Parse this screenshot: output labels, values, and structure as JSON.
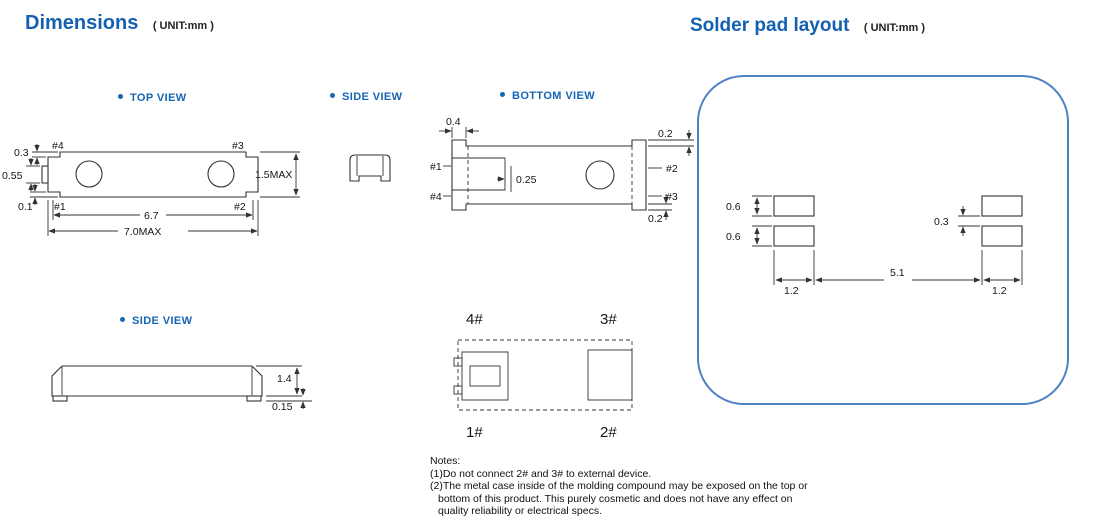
{
  "colors": {
    "heading-blue": "#1660b2",
    "label-blue": "#1565b5",
    "panel-border": "#4d82c4",
    "line-dark": "#333333"
  },
  "header": {
    "dimensions_title": "Dimensions",
    "dimensions_unit": "( UNIT:mm )",
    "solder_title": "Solder pad layout",
    "solder_unit": "( UNIT:mm )"
  },
  "views": {
    "top_view": "TOP VIEW",
    "side_view_1": "SIDE VIEW",
    "bottom_view": "BOTTOM VIEW",
    "side_view_2": "SIDE VIEW"
  },
  "top_view": {
    "dim_corner": "0.3",
    "dim_tab": "0.55",
    "dim_bottom_corner": "0.1",
    "pin_4": "#4",
    "pin_3": "#3",
    "pin_1": "#1",
    "pin_2": "#2",
    "dim_height": "1.5MAX",
    "dim_inner_width": "6.7",
    "dim_outer_width": "7.0MAX"
  },
  "bottom_view": {
    "dim_tab_width": "0.4",
    "dim_tab_top": "0.2",
    "dim_step": "0.25",
    "dim_tab_bottom": "0.2",
    "pin_1": "#1",
    "pin_2": "#2",
    "pin_4": "#4",
    "pin_3": "#3"
  },
  "side_view": {
    "dim_height": "1.4",
    "dim_foot": "0.15"
  },
  "pad_diagram": {
    "pin_4": "4#",
    "pin_3": "3#",
    "pin_1": "1#",
    "pin_2": "2#"
  },
  "solder_pad": {
    "dim_pad_height_top": "0.6",
    "dim_pad_height_bottom": "0.6",
    "dim_gap": "0.3",
    "dim_span": "5.1",
    "dim_pad_width_left": "1.2",
    "dim_pad_width_right": "1.2"
  },
  "notes": {
    "title": "Notes:",
    "line1": "(1)Do not connect 2# and 3# to external device.",
    "line2": "(2)The metal case inside of the molding compound may be exposed on the top or",
    "line3": "bottom of this product. This purely cosmetic and does not have any effect on",
    "line4": "quality reliability or electrical specs."
  }
}
